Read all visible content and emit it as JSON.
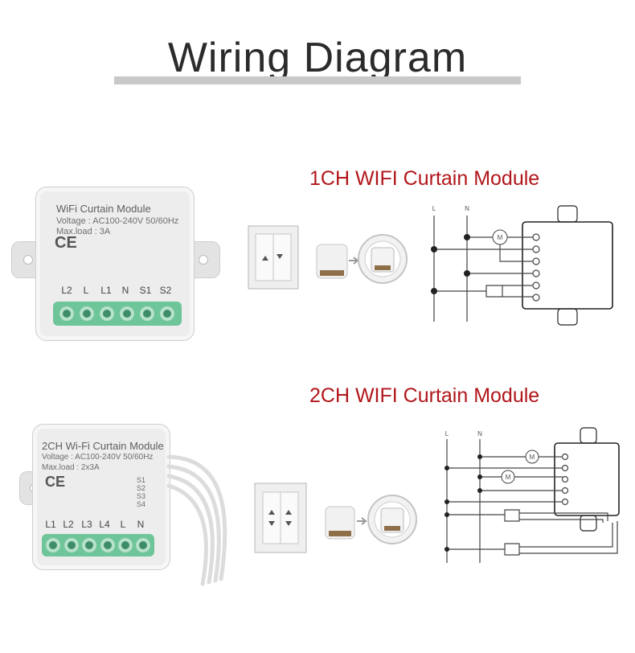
{
  "title": "Wiring Diagram",
  "sections": {
    "one_ch": {
      "title": "1CH WIFI Curtain Module"
    },
    "two_ch": {
      "title": "2CH WIFI Curtain Module"
    }
  },
  "module_1ch": {
    "name": "WiFi Curtain Module",
    "voltage": "Voltage : AC100-240V 50/60Hz",
    "max_load": "Max.load : 3A",
    "terminals": [
      "L2",
      "L",
      "L1",
      "N",
      "S1",
      "S2"
    ]
  },
  "module_2ch": {
    "name": "2CH Wi-Fi Curtain Module",
    "voltage": "Voltage : AC100-240V 50/60Hz",
    "max_load": "Max.load : 2x3A",
    "terminals": [
      "L1",
      "L2",
      "L3",
      "L4",
      "L",
      "N"
    ],
    "switch_labels": [
      "S1",
      "S2",
      "S3",
      "S4"
    ]
  },
  "wiring_labels": {
    "line": "L",
    "neutral": "N",
    "motor": "M"
  },
  "colors": {
    "accent": "#b1161a",
    "terminal_green": "#6fc59a"
  }
}
